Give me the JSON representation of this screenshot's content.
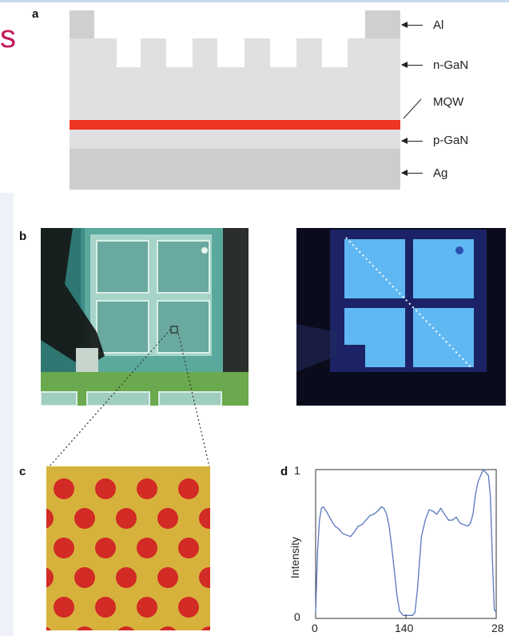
{
  "header_glyph": "s",
  "panels": {
    "a": {
      "label": "a",
      "layers": [
        "Al",
        "n-GaN",
        "MQW",
        "p-GaN",
        "Ag"
      ],
      "colors": {
        "al": "#cfcfd1",
        "gan": "#e0e0e2",
        "mqw": "#ee3524",
        "ag": "#cdcdcf"
      }
    },
    "b": {
      "label": "b"
    },
    "c": {
      "label": "c"
    },
    "d": {
      "label": "d"
    }
  },
  "chart_data": {
    "type": "line",
    "title": "",
    "xlabel": "",
    "ylabel": "Intensity",
    "xlim": [
      0,
      280
    ],
    "ylim": [
      0,
      1
    ],
    "x_tick_labels": [
      "0",
      "140",
      "28"
    ],
    "y_tick_labels": [
      "0",
      "1"
    ],
    "grid": false,
    "series": [
      {
        "color": "#5a76bf",
        "x": [
          0,
          3,
          6,
          9,
          12,
          18,
          24,
          30,
          36,
          42,
          48,
          54,
          60,
          66,
          72,
          78,
          84,
          90,
          96,
          102,
          106,
          110,
          114,
          118,
          122,
          126,
          130,
          136,
          142,
          146,
          150,
          154,
          158,
          164,
          170,
          176,
          182,
          188,
          194,
          200,
          206,
          212,
          218,
          224,
          230,
          236,
          240,
          244,
          248,
          252,
          256,
          260,
          264,
          268,
          271,
          274,
          277,
          280
        ],
        "y": [
          0.04,
          0.45,
          0.66,
          0.74,
          0.75,
          0.71,
          0.66,
          0.62,
          0.6,
          0.57,
          0.56,
          0.55,
          0.58,
          0.62,
          0.63,
          0.66,
          0.69,
          0.7,
          0.72,
          0.75,
          0.74,
          0.7,
          0.62,
          0.48,
          0.32,
          0.16,
          0.05,
          0.02,
          0.02,
          0.02,
          0.02,
          0.04,
          0.2,
          0.55,
          0.66,
          0.73,
          0.72,
          0.7,
          0.74,
          0.7,
          0.66,
          0.66,
          0.68,
          0.64,
          0.63,
          0.62,
          0.64,
          0.7,
          0.84,
          0.92,
          0.96,
          1.0,
          0.98,
          0.96,
          0.82,
          0.4,
          0.06,
          0.04
        ]
      }
    ]
  }
}
